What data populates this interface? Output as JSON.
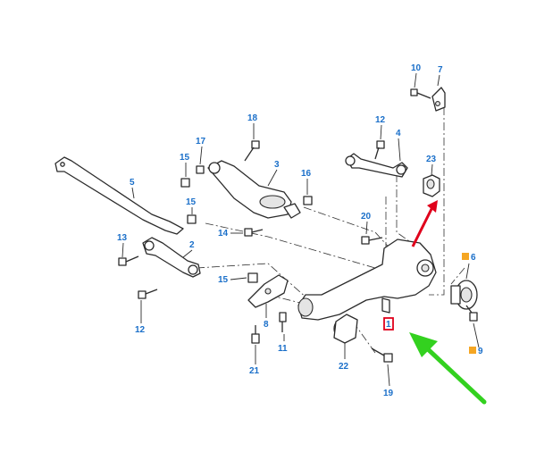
{
  "colors": {
    "callout_text": "#1a6fc9",
    "line": "#2b2b2b",
    "highlight_box": "#e0001b",
    "marker_square": "#f5a623",
    "red_arrow": "#e0001b",
    "green_arrow": "#33d11f"
  },
  "callouts": [
    {
      "id": "c10",
      "label": "10"
    },
    {
      "id": "c7",
      "label": "7"
    },
    {
      "id": "c18",
      "label": "18"
    },
    {
      "id": "c12a",
      "label": "12"
    },
    {
      "id": "c17",
      "label": "17"
    },
    {
      "id": "c4",
      "label": "4"
    },
    {
      "id": "c15a",
      "label": "15"
    },
    {
      "id": "c3",
      "label": "3"
    },
    {
      "id": "c23",
      "label": "23"
    },
    {
      "id": "c16",
      "label": "16"
    },
    {
      "id": "c5",
      "label": "5"
    },
    {
      "id": "c15b",
      "label": "15"
    },
    {
      "id": "c20",
      "label": "20"
    },
    {
      "id": "c14",
      "label": "14"
    },
    {
      "id": "c13",
      "label": "13"
    },
    {
      "id": "c2",
      "label": "2"
    },
    {
      "id": "c6",
      "label": "6"
    },
    {
      "id": "c15c",
      "label": "15"
    },
    {
      "id": "c1",
      "label": "1"
    },
    {
      "id": "c12b",
      "label": "12"
    },
    {
      "id": "c8",
      "label": "8"
    },
    {
      "id": "c11",
      "label": "11"
    },
    {
      "id": "c9",
      "label": "9"
    },
    {
      "id": "c22",
      "label": "22"
    },
    {
      "id": "c21",
      "label": "21"
    },
    {
      "id": "c19",
      "label": "19"
    }
  ],
  "icons": {
    "marker": "square-marker-icon",
    "highlight": "highlight-box-icon",
    "arrow_red": "curved-arrow-icon",
    "arrow_green": "pointer-arrow-icon"
  }
}
